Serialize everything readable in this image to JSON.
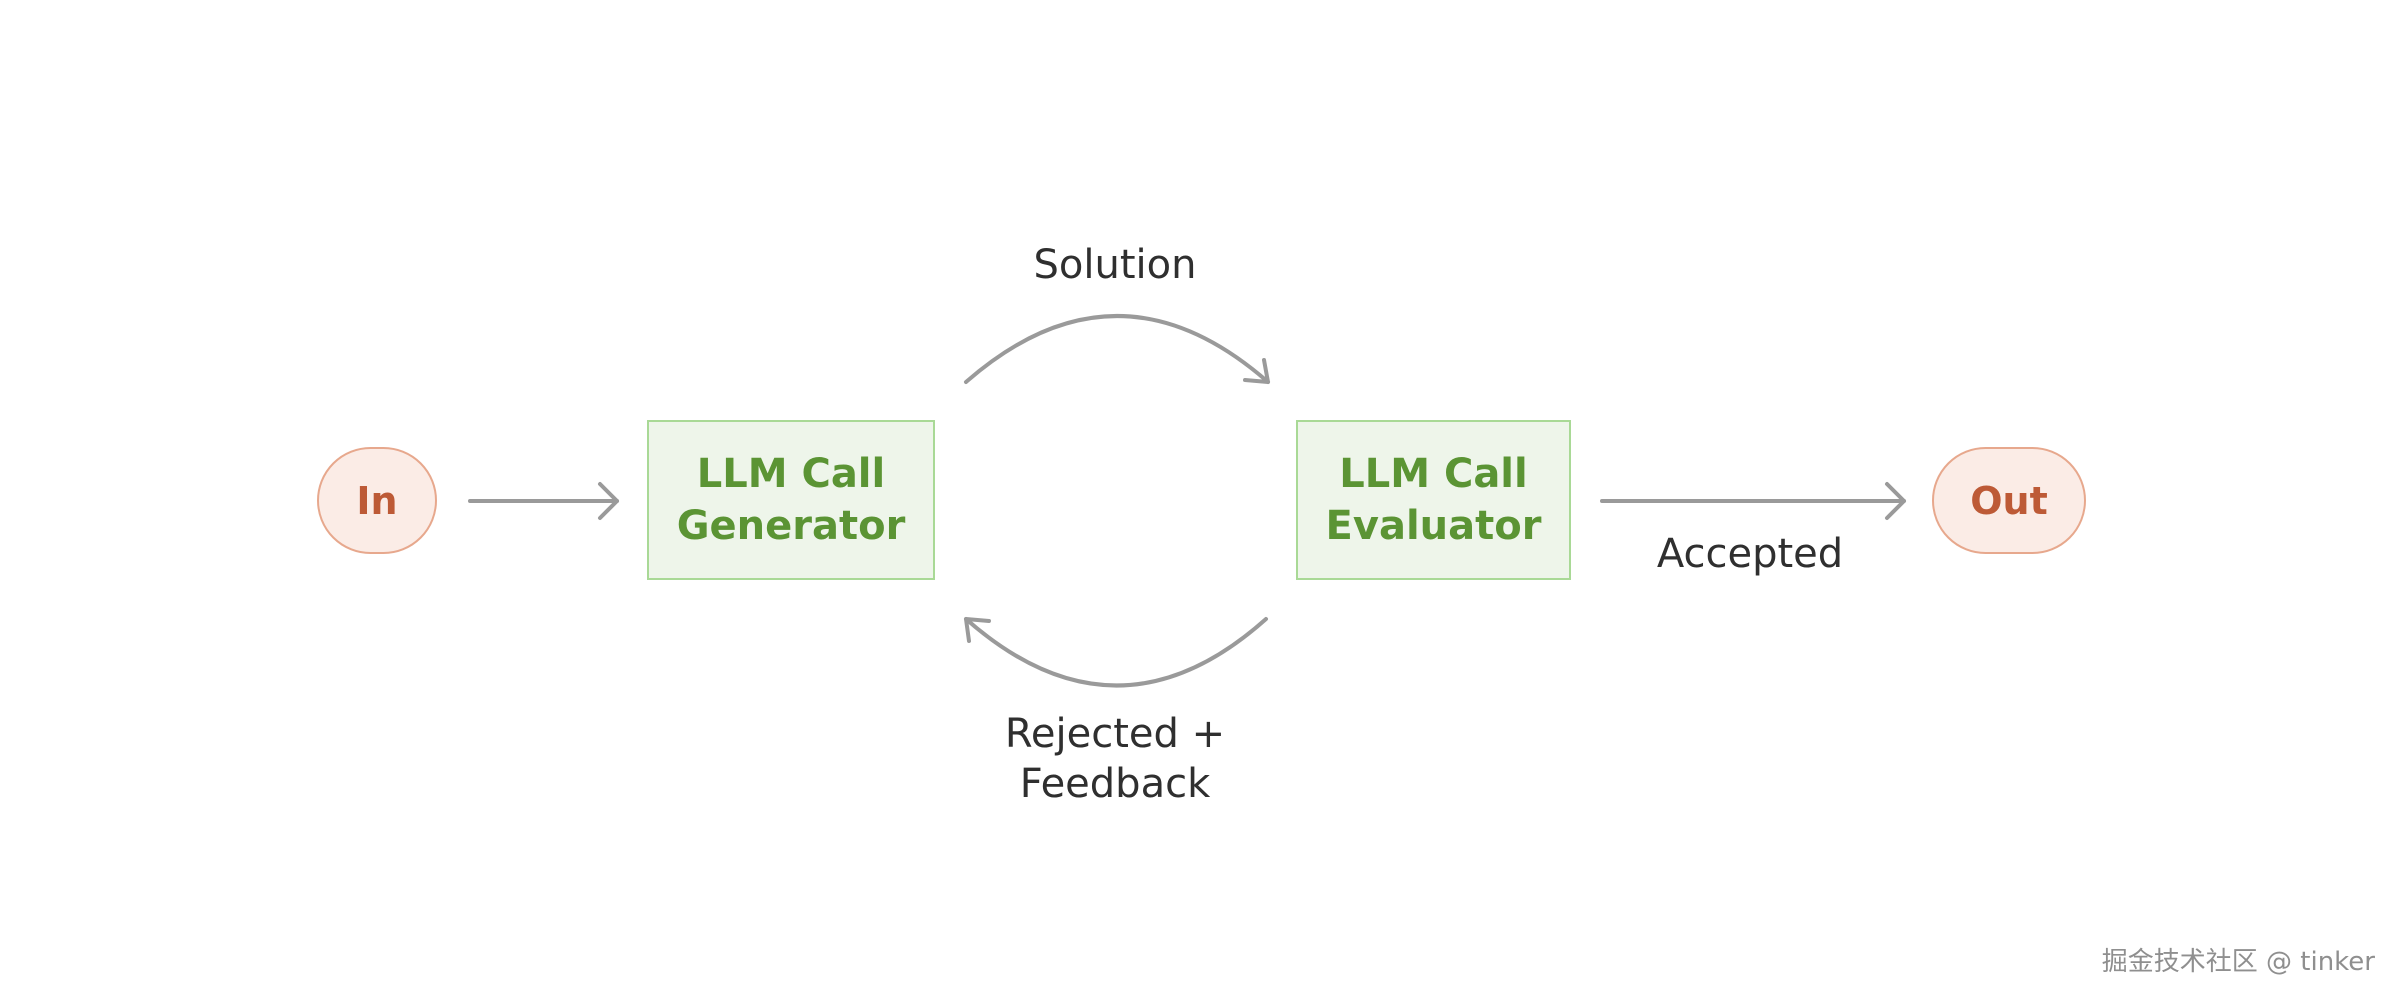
{
  "nodes": {
    "in": {
      "label": "In"
    },
    "generator": {
      "line1": "LLM Call",
      "line2": "Generator"
    },
    "evaluator": {
      "line1": "LLM Call",
      "line2": "Evaluator"
    },
    "out": {
      "label": "Out"
    }
  },
  "edges": {
    "solution": "Solution",
    "rejected_line1": "Rejected +",
    "rejected_line2": "Feedback",
    "accepted": "Accepted"
  },
  "watermark": "掘金技术社区 @ tinker",
  "colors": {
    "terminal_fill": "#fbece6",
    "terminal_border": "#e7a88d",
    "terminal_text": "#bd5a36",
    "llm_fill": "#eef5ea",
    "llm_border": "#a9d996",
    "llm_text": "#5b9434",
    "arrow": "#9a9a9a",
    "label_text": "#2f2f2f"
  }
}
